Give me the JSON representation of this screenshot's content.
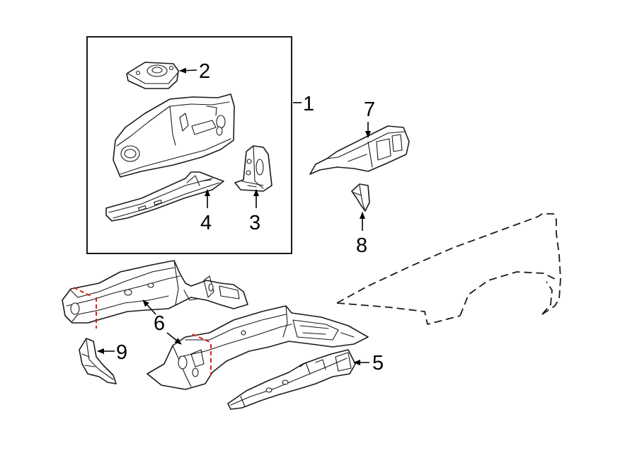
{
  "diagram": {
    "accent_colors": {
      "cut_line": "#e0211d",
      "ink": "#1a1a1a"
    },
    "callouts": [
      {
        "id": "1",
        "label": "1"
      },
      {
        "id": "2",
        "label": "2"
      },
      {
        "id": "3",
        "label": "3"
      },
      {
        "id": "4",
        "label": "4"
      },
      {
        "id": "5",
        "label": "5"
      },
      {
        "id": "6",
        "label": "6"
      },
      {
        "id": "7",
        "label": "7"
      },
      {
        "id": "8",
        "label": "8"
      },
      {
        "id": "9",
        "label": "9"
      }
    ]
  }
}
